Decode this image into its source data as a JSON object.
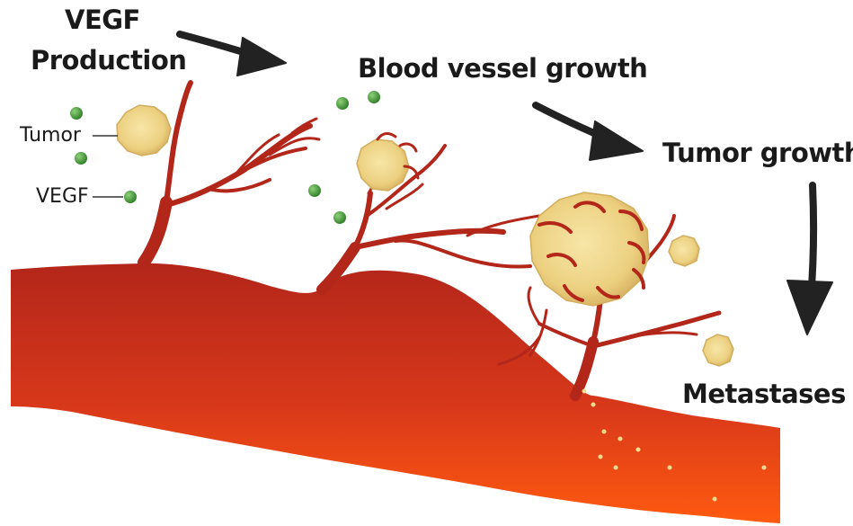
{
  "labels": {
    "vegf_production_line1": "VEGF",
    "vegf_production_line2": "Production",
    "blood_vessel_growth": "Blood vessel growth",
    "tumor_growth": "Tumor growth",
    "metastases": "Metastases",
    "legend_tumor": "Tumor",
    "legend_vegf": "VEGF"
  },
  "colors": {
    "vessel_dark": "#b3261a",
    "vessel_light": "#ff5a10",
    "tumor_fill": "#f0d888",
    "tumor_edge": "#c9a24a",
    "vegf_green": "#3f9a35",
    "arrow": "#222222"
  }
}
